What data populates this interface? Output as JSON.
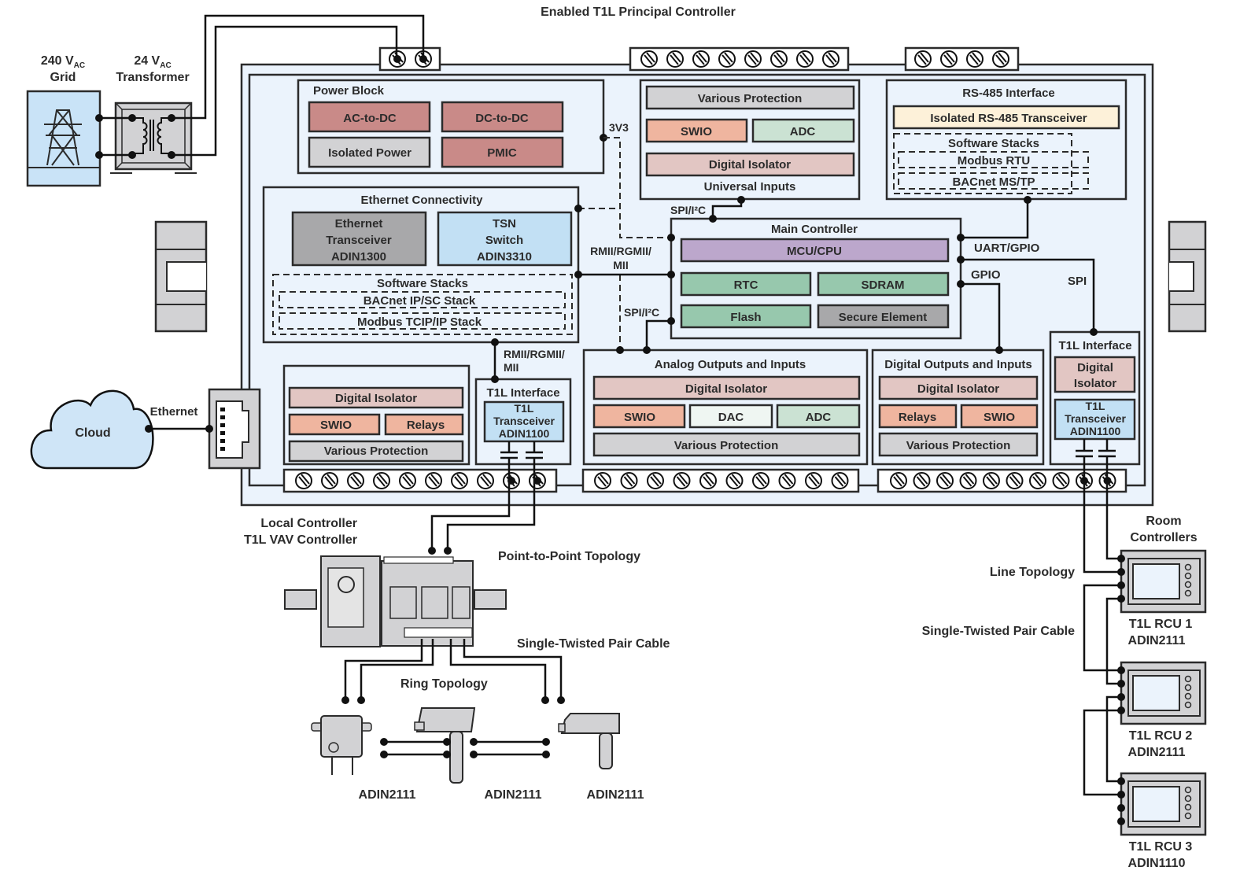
{
  "title": "Enabled T1L Principal Controller",
  "colors": {
    "enclosure": "#ebf3fc",
    "power_red": "#c98a88",
    "gray_light": "#d2d2d4",
    "gray_dark": "#a8a8aa",
    "salmon": "#efb59f",
    "green": "#97c8ad",
    "green_light": "#cbe2d3",
    "pink": "#e2c6c3",
    "purple": "#bca7cc",
    "blue_light": "#c2e0f4",
    "cream": "#fdf1d9",
    "stack_blue": "#d5e9f7",
    "white_soft": "#eff6f2"
  },
  "grid": {
    "line1": "240 V",
    "sub1": "AC",
    "line2": "Grid"
  },
  "transformer": {
    "line1": "24 V",
    "sub1": "AC",
    "line2": "Transformer"
  },
  "power_block": {
    "title": "Power Block",
    "items": [
      "AC-to-DC",
      "DC-to-DC",
      "Isolated Power",
      "PMIC"
    ],
    "rail_label": "3V3"
  },
  "universal_inputs": {
    "items": [
      "Various Protection",
      "SWIO",
      "ADC",
      "Digital Isolator"
    ],
    "title": "Universal Inputs",
    "bus_label": "SPI/I²C"
  },
  "rs485": {
    "title": "RS-485 Interface",
    "transceiver": "Isolated RS-485 Transceiver",
    "stacks_title": "Software Stacks",
    "stacks": [
      "Modbus RTU",
      "BACnet MS/TP"
    ],
    "bus_label": "UART/GPIO"
  },
  "ethernet": {
    "title": "Ethernet Connectivity",
    "transceiver": [
      "Ethernet",
      "Transceiver",
      "ADIN1300"
    ],
    "switch": [
      "TSN",
      "Switch",
      "ADIN3310"
    ],
    "stacks_title": "Software Stacks",
    "stacks": [
      "BACnet IP/SC Stack",
      "Modbus TCIP/IP Stack"
    ],
    "bus_label_1": "RMII/RGMII/",
    "bus_label_2": "MII",
    "bus_label_down_1": "RMII/RGMII/",
    "bus_label_down_2": "MII"
  },
  "main_controller": {
    "title": "Main Controller",
    "items": [
      "MCU/CPU",
      "RTC",
      "SDRAM",
      "Flash",
      "Secure Element"
    ],
    "spi_i2c_label": "SPI/I²C",
    "gpio_label": "GPIO",
    "spi_label": "SPI"
  },
  "io_block_left": {
    "items": [
      "Digital Isolator",
      "SWIO",
      "Relays",
      "Various Protection"
    ]
  },
  "t1l_left": {
    "title": "T1L Interface",
    "transceiver": [
      "T1L",
      "Transceiver",
      "ADIN1100"
    ]
  },
  "analog_io": {
    "title": "Analog Outputs and Inputs",
    "items": [
      "Digital Isolator",
      "SWIO",
      "DAC",
      "ADC",
      "Various Protection"
    ]
  },
  "digital_io": {
    "title": "Digital Outputs and Inputs",
    "items": [
      "Digital Isolator",
      "Relays",
      "SWIO",
      "Various Protection"
    ]
  },
  "t1l_right": {
    "title": "T1L Interface",
    "isolator": [
      "Digital",
      "Isolator"
    ],
    "transceiver": [
      "T1L",
      "Transceiver",
      "ADIN1100"
    ]
  },
  "cloud": {
    "label": "Cloud",
    "link_label": "Ethernet"
  },
  "local_controller": {
    "line1": "Local Controller",
    "line2": "T1L VAV Controller",
    "topology": "Point-to-Point Topology",
    "cable": "Single-Twisted Pair Cable",
    "ring": "Ring Topology",
    "devices": [
      "ADIN2111",
      "ADIN2111",
      "ADIN2111"
    ]
  },
  "room_controllers": {
    "title_1": "Room",
    "title_2": "Controllers",
    "topology": "Line Topology",
    "cable": "Single-Twisted Pair Cable",
    "units": [
      {
        "name": "T1L RCU 1",
        "part": "ADIN2111"
      },
      {
        "name": "T1L RCU 2",
        "part": "ADIN2111"
      },
      {
        "name": "T1L RCU 3",
        "part": "ADIN1110"
      }
    ]
  }
}
